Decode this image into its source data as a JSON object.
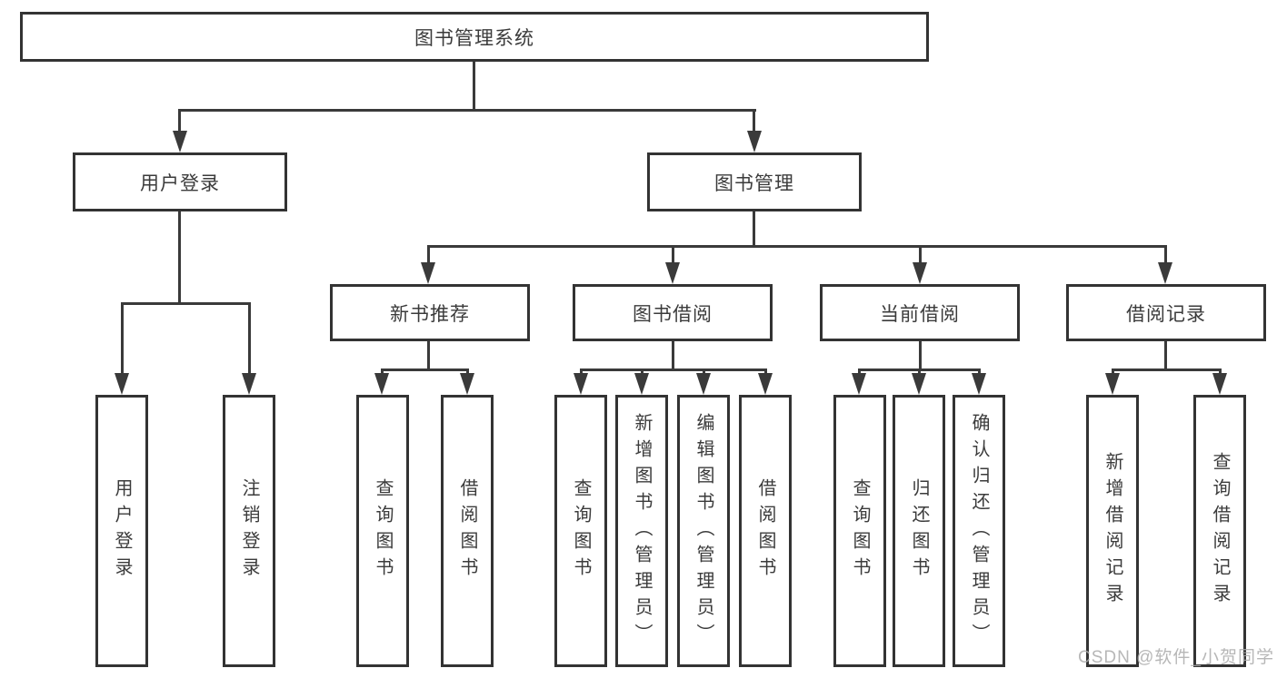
{
  "colors": {
    "line": "#3a3a3a",
    "box_border": "#333333",
    "text": "#3b3b3b",
    "watermark": "#aaaaaa",
    "background": "#ffffff"
  },
  "watermark": "CSDN @软件_小贺同学",
  "tree": {
    "root": {
      "label": "图书管理系统"
    },
    "level2": [
      {
        "label": "用户登录",
        "children": [
          {
            "label": "用户登录"
          },
          {
            "label": "注销登录"
          }
        ]
      },
      {
        "label": "图书管理",
        "children": [
          {
            "label": "新书推荐",
            "children": [
              {
                "label": "查询图书"
              },
              {
                "label": "借阅图书"
              }
            ]
          },
          {
            "label": "图书借阅",
            "children": [
              {
                "label": "查询图书"
              },
              {
                "label": "新增图书（管理员）"
              },
              {
                "label": "编辑图书（管理员）"
              },
              {
                "label": "借阅图书"
              }
            ]
          },
          {
            "label": "当前借阅",
            "children": [
              {
                "label": "查询图书"
              },
              {
                "label": "归还图书"
              },
              {
                "label": "确认归还（管理员）"
              }
            ]
          },
          {
            "label": "借阅记录",
            "children": [
              {
                "label": "新增借阅记录"
              },
              {
                "label": "查询借阅记录"
              }
            ]
          }
        ]
      }
    ]
  }
}
